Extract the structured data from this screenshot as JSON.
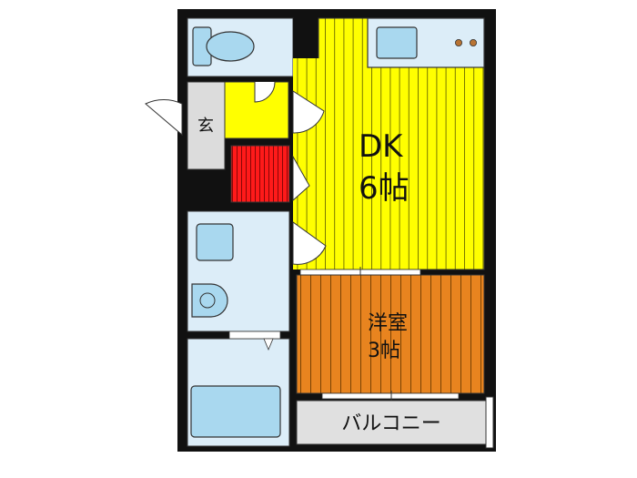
{
  "rooms": {
    "dk": {
      "label": "DK",
      "size": "6帖",
      "color": "#ffff00"
    },
    "western": {
      "label": "洋室",
      "size": "3帖",
      "color": "#e8841f"
    },
    "entrance": {
      "label": "玄",
      "color": "#dcdcdc"
    },
    "balcony": {
      "label": "バルコニー",
      "color": "#e0e0e0"
    },
    "storage": {
      "color": "#ff1a1a"
    },
    "hall": {
      "color": "#ffff00"
    },
    "wet_area": {
      "color": "#dcedf8"
    }
  },
  "fixtures": [
    "toilet-icon",
    "kitchen-sink-icon",
    "stove-icon",
    "washing-machine-icon",
    "washbasin-icon",
    "bathtub-icon"
  ]
}
